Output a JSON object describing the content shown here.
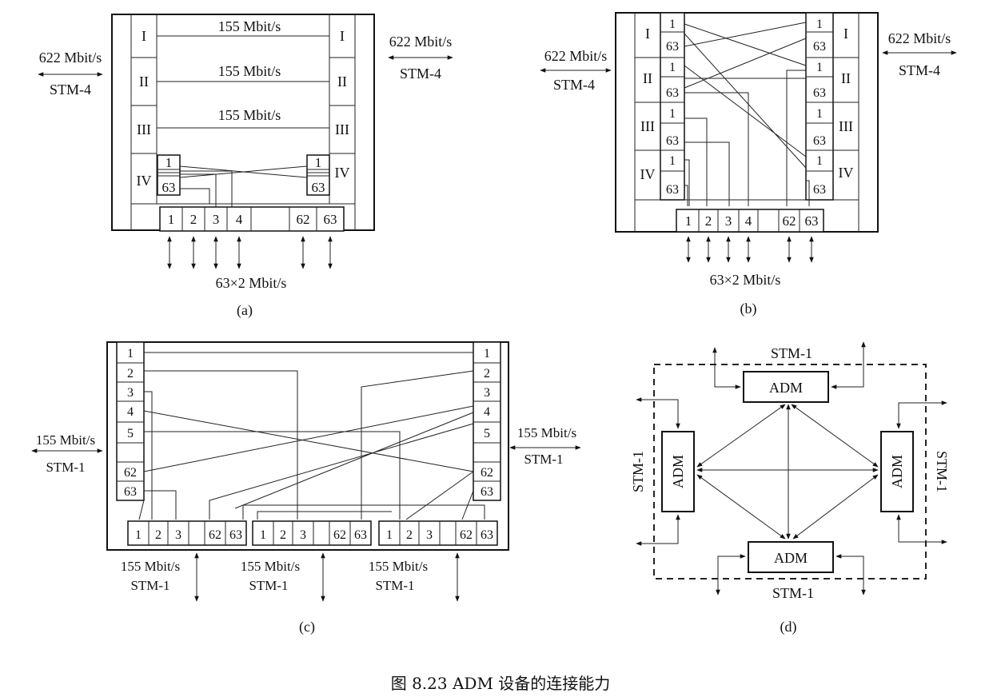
{
  "diagram": {
    "figure_caption": "图 8.23   ADM 设备的连接能力",
    "panel_a": {
      "label": "(a)",
      "left_rate": "622 Mbit/s",
      "left_level": "STM-4",
      "right_rate": "622 Mbit/s",
      "right_level": "STM-4",
      "slots": [
        "I",
        "II",
        "III",
        "IV"
      ],
      "link_label": "155 Mbit/s",
      "sub_top": "1",
      "sub_bottom": "63",
      "ports": [
        "1",
        "2",
        "3",
        "4",
        "62",
        "63"
      ],
      "tributary": "63×2 Mbit/s"
    },
    "panel_b": {
      "label": "(b)",
      "left_rate": "622 Mbit/s",
      "left_level": "STM-4",
      "right_rate": "622 Mbit/s",
      "right_level": "STM-4",
      "slots": [
        "I",
        "II",
        "III",
        "IV"
      ],
      "sub_top": "1",
      "sub_bottom": "63",
      "ports": [
        "1",
        "2",
        "3",
        "4",
        "62",
        "63"
      ],
      "tributary": "63×2 Mbit/s"
    },
    "panel_c": {
      "label": "(c)",
      "left_rate": "155 Mbit/s",
      "left_level": "STM-1",
      "right_rate": "155 Mbit/s",
      "right_level": "STM-1",
      "channels": [
        "1",
        "2",
        "3",
        "4",
        "5",
        "62",
        "63"
      ],
      "group_ports": [
        "1",
        "2",
        "3",
        "62",
        "63"
      ],
      "bottom_rate": "155 Mbit/s",
      "bottom_level": "STM-1"
    },
    "panel_d": {
      "label": "(d)",
      "node": "ADM",
      "side_label": "STM-1"
    }
  }
}
